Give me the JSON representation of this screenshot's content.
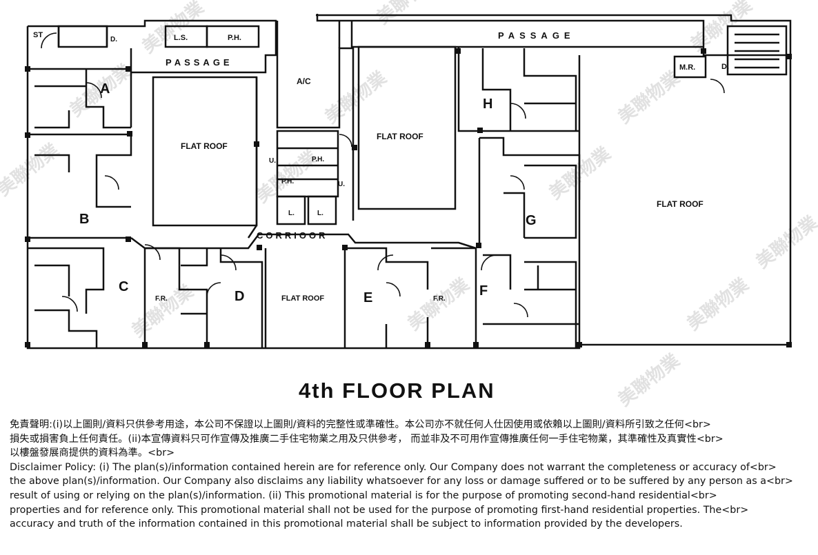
{
  "plan": {
    "title": "4th FLOOR PLAN",
    "rooms": {
      "A": "A",
      "B": "B",
      "C": "C",
      "D": "D",
      "E": "E",
      "F": "F",
      "G": "G",
      "H": "H"
    },
    "labels": {
      "st": "ST",
      "d_left": "D.",
      "d_right": "D.",
      "ls": "L.S.",
      "ph_top": "P.H.",
      "ph_mid": "P.H.",
      "ph_low": "P.H.",
      "passage_left": "PASSAGE",
      "passage_right": "PASSAGE",
      "ac": "A/C",
      "mr": "M.R.",
      "flat_roof_1": "FLAT ROOF",
      "flat_roof_2": "FLAT ROOF",
      "flat_roof_3": "FLAT ROOF",
      "flat_roof_4": "FLAT ROOF",
      "u_left": "U.",
      "u_right": "U.",
      "lift_1": "L.",
      "lift_2": "L.",
      "corridor": "CORRIOOR",
      "fr_left": "F.R.",
      "fr_right": "F.R."
    },
    "watermark": "美聯物業"
  },
  "disclaimer": {
    "zh": [
      "免責聲明:(i)以上圖則/資料只供參考用途，本公司不保證以上圖則/資料的完整性或準確性。本公司亦不就任何人仕因使用或依賴以上圖則/資料所引致之任何<br>",
      "損失或損害負上任何責任。(ii)本宣傳資料只可作宣傳及推廣二手住宅物業之用及只供參考， 而並非及不可用作宣傳推廣任何一手住宅物業，其準確性及真實性<br>",
      "以樓盤發展商提供的資料為準。<br>"
    ],
    "en": [
      "Disclaimer Policy: (i) The plan(s)/information contained herein are for reference only. Our Company does not warrant the completeness or accuracy of<br>",
      "the above plan(s)/information. Our Company also disclaims any liability whatsoever for any loss or damage suffered or to be suffered by any person as a<br>",
      "result of using or relying on the plan(s)/information. (ii) This promotional material is for the purpose of promoting second-hand residential<br>",
      "properties and for reference only. This promotional material shall not be used for the purpose of promoting first-hand residential properties. The<br>",
      "accuracy and truth of the information contained in this promotional material shall be subject to information provided by the developers."
    ]
  }
}
